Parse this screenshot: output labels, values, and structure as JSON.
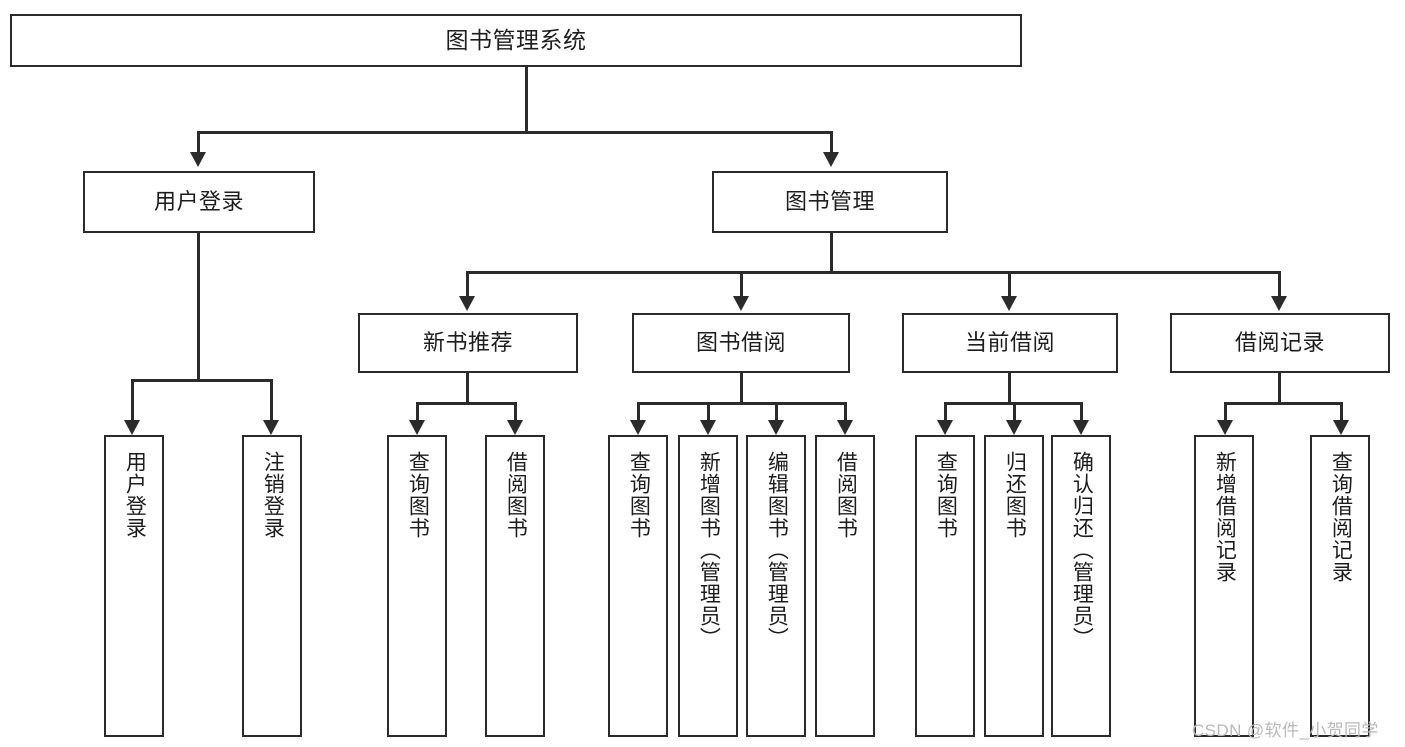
{
  "diagram": {
    "type": "tree-hierarchy-chart",
    "title": "图书管理系统",
    "watermark": "CSDN @软件_小贺同学",
    "levels": {
      "root": {
        "label": "图书管理系统"
      },
      "level2": [
        {
          "id": "user-login",
          "label": "用户登录"
        },
        {
          "id": "book-manage",
          "label": "图书管理"
        }
      ],
      "level3": [
        {
          "id": "new-book-recommend",
          "label": "新书推荐",
          "parent": "book-manage"
        },
        {
          "id": "book-borrow",
          "label": "图书借阅",
          "parent": "book-manage"
        },
        {
          "id": "current-borrow",
          "label": "当前借阅",
          "parent": "book-manage"
        },
        {
          "id": "borrow-record",
          "label": "借阅记录",
          "parent": "book-manage"
        }
      ],
      "leaves": [
        {
          "id": "leaf-user-login",
          "label": "用户登录",
          "parent": "user-login"
        },
        {
          "id": "leaf-logout",
          "label": "注销登录",
          "parent": "user-login"
        },
        {
          "id": "leaf-query-book-1",
          "label": "查询图书",
          "parent": "new-book-recommend"
        },
        {
          "id": "leaf-borrow-book-1",
          "label": "借阅图书",
          "parent": "new-book-recommend"
        },
        {
          "id": "leaf-query-book-2",
          "label": "查询图书",
          "parent": "book-borrow"
        },
        {
          "id": "leaf-add-book",
          "label": "新增图书（管理员）",
          "parent": "book-borrow"
        },
        {
          "id": "leaf-edit-book",
          "label": "编辑图书（管理员）",
          "parent": "book-borrow"
        },
        {
          "id": "leaf-borrow-book-2",
          "label": "借阅图书",
          "parent": "book-borrow"
        },
        {
          "id": "leaf-query-book-3",
          "label": "查询图书",
          "parent": "current-borrow"
        },
        {
          "id": "leaf-return-book",
          "label": "归还图书",
          "parent": "current-borrow"
        },
        {
          "id": "leaf-confirm-return",
          "label": "确认归还（管理员）",
          "parent": "current-borrow"
        },
        {
          "id": "leaf-add-record",
          "label": "新增借阅记录",
          "parent": "borrow-record"
        },
        {
          "id": "leaf-query-record",
          "label": "查询借阅记录",
          "parent": "borrow-record"
        }
      ]
    },
    "colors": {
      "stroke": "#2b2b2b",
      "fill": "#ffffff",
      "text": "#1d1d1d",
      "watermark": "#b9b9b9"
    }
  }
}
